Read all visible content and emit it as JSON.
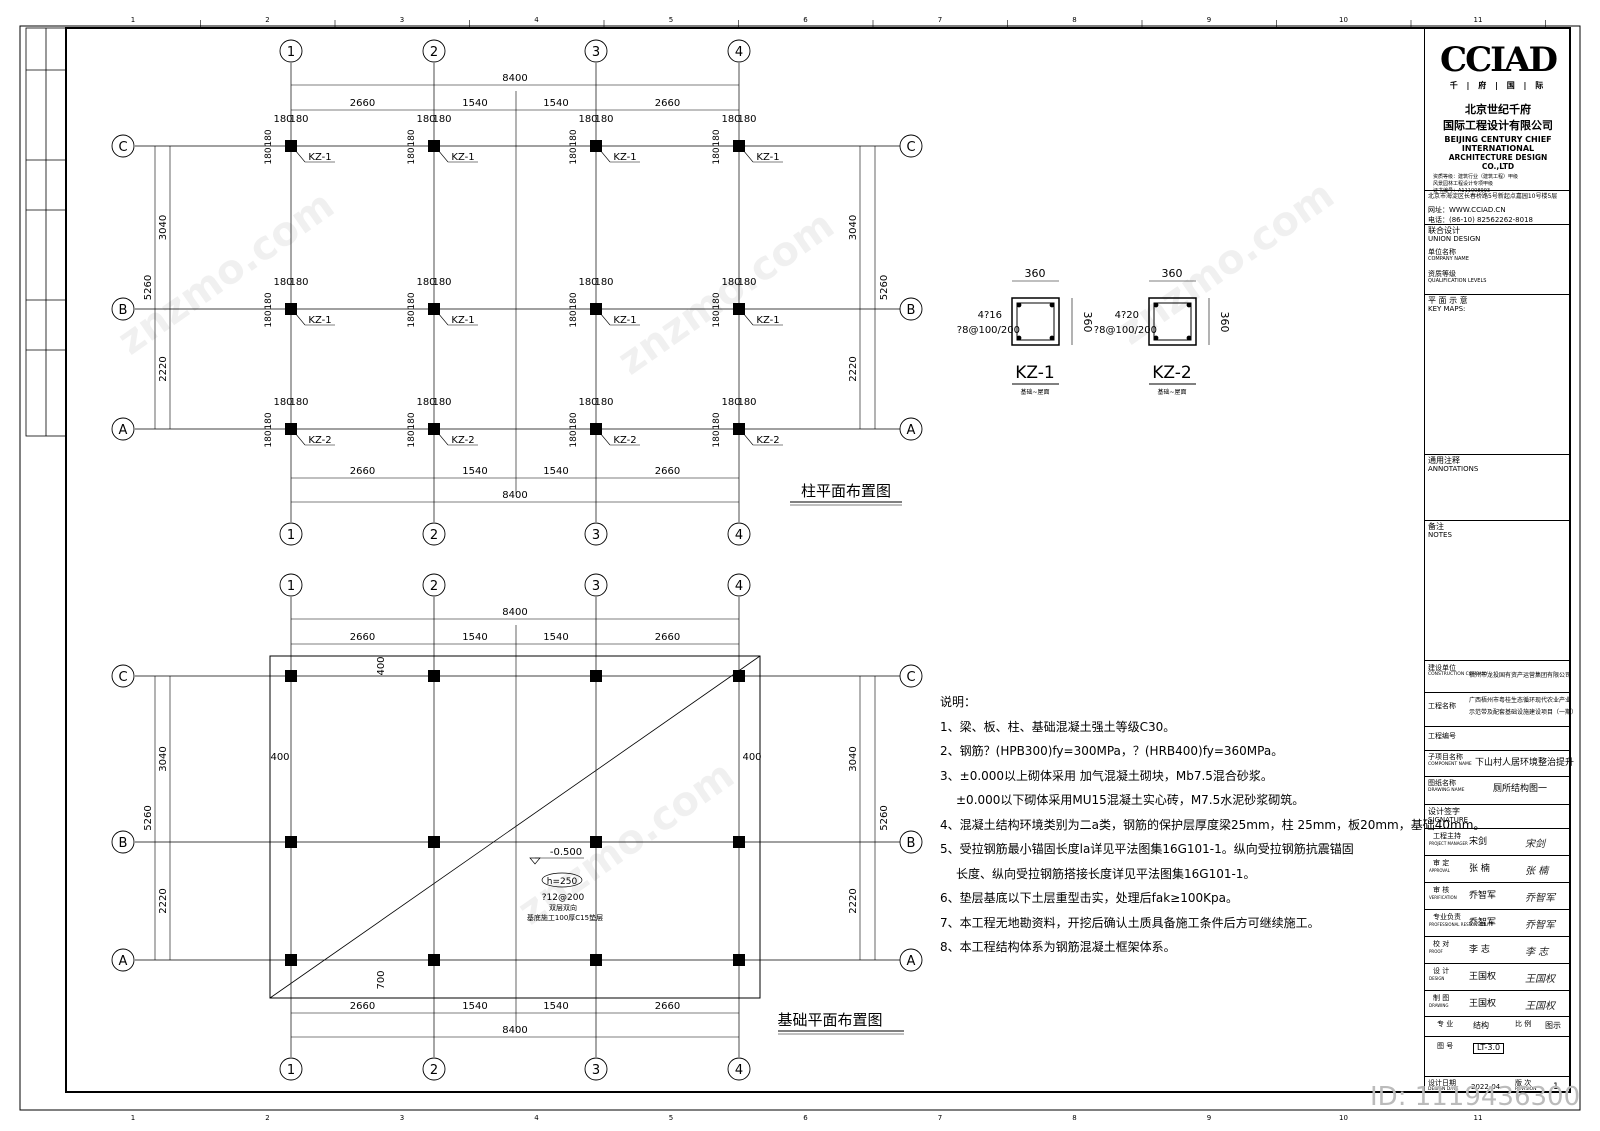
{
  "title_block": {
    "logo_letters": "CCIAD",
    "logo_sub": "千 | 府 | 国 | 际",
    "company_cn_1": "北京世纪千府",
    "company_cn_2": "国际工程设计有限公司",
    "company_en_1": "BEIJING CENTURY CHIEF",
    "company_en_2": "INTERNATIONAL",
    "company_en_3": "ARCHITECTURE DESIGN CO.,LTD",
    "cert_1": "资质等级：建筑行业（建筑工程）甲级",
    "cert_2": "风景园林工程设计专项甲级",
    "cert_no": "证书编号：A111008993",
    "address": "北京市海淀区长春桥路5号新起点嘉园10号楼5层",
    "website": "网址：WWW.CCIAD.CN",
    "phone": "电话：(86-10) 82562262-8018",
    "union_design_cn": "联合设计",
    "union_design_en": "UNION DESIGN",
    "company_name_cn": "单位名称",
    "company_name_en": "COMPANY NAME",
    "qual_cn": "资质等级",
    "qual_en": "QUALIFICATION LEVELS",
    "keymap_cn": "平 面 示 意",
    "keymap_en": "KEY MAPS:",
    "annotations_cn": "通用注释",
    "annotations_en": "ANNOTATIONS",
    "notes_cn": "备注",
    "notes_en": "NOTES",
    "construction_cn": "建设单位",
    "construction_en": "CONSTRUCTION COMPANY",
    "construction_value": "梧州市龙投国有资产运营集团有限公司",
    "project_cn": "工程名称",
    "project_value_1": "广西梧州市粤桂生态循环现代农业产业",
    "project_value_2": "示范带及配套基础设施建设项目（一期）",
    "project_no_cn": "工程编号",
    "component_cn": "子项目名称",
    "component_en": "COMPONENT NAME",
    "component_value": "下山村人居环境整治提升",
    "drawing_cn": "图纸名称",
    "drawing_en": "DRAWING NAME",
    "drawing_value": "厕所结构图一",
    "signature_cn": "设计签字",
    "signature_en": "SIGNATURE",
    "roles": [
      {
        "cn": "工程主持",
        "en": "PROJECT MANAGER",
        "name": "宋剑"
      },
      {
        "cn": "审 定",
        "en": "APPROVAL",
        "name": "张 楠"
      },
      {
        "cn": "审 核",
        "en": "VERIFICATION",
        "name": "乔智军"
      },
      {
        "cn": "专业负责",
        "en": "PROFESSIONAL RESPONSIBILITY",
        "name": "乔智军"
      },
      {
        "cn": "校 对",
        "en": "PROOF",
        "name": "李 志"
      },
      {
        "cn": "设 计",
        "en": "DESIGN",
        "name": "王国权"
      },
      {
        "cn": "制 图",
        "en": "DRAWING",
        "name": "王国权"
      }
    ],
    "profession_cn": "专 业",
    "profession_value": "结构",
    "scale_cn": "比 例",
    "scale_value": "图示",
    "drawing_no_cn": "图 号",
    "drawing_no_value": "LT-3.0",
    "date_cn": "设计日期",
    "date_en": "DESIGN DATE",
    "date_value": "2022-04",
    "revision_cn": "版 次",
    "revision_en": "REVISION",
    "revision_value": "1"
  },
  "column_plan": {
    "title": "柱平面布置图",
    "axes_x": [
      "1",
      "2",
      "3",
      "4"
    ],
    "axes_y": [
      "C",
      "B",
      "A"
    ],
    "total_dim": "8400",
    "spans_x": [
      "2660",
      "1540",
      "1540",
      "2660"
    ],
    "spans_y": [
      "3040",
      "2220"
    ],
    "total_y": "5260",
    "offset": "180",
    "label_kz1": "KZ-1",
    "label_kz2": "KZ-2"
  },
  "foundation_plan": {
    "title": "基础平面布置图",
    "dim_400": "400",
    "dim_700": "700",
    "elevation": "-0.500",
    "h_label": "h=250",
    "rebar": "?12@200",
    "note1": "双层双向",
    "note2": "基底施工100厚C15垫层"
  },
  "sections": [
    {
      "name": "KZ-1",
      "width": "360",
      "height": "360",
      "rebar": "4?16",
      "stirrup": "?8@100/200",
      "range": "基础~屋面"
    },
    {
      "name": "KZ-2",
      "width": "360",
      "height": "360",
      "rebar": "4?20",
      "stirrup": "?8@100/200",
      "range": "基础~屋面"
    }
  ],
  "notes": {
    "heading": "说明：",
    "lines": [
      "1、梁、板、柱、基础混凝土强土等级C30。",
      "2、钢筋？(HPB300)fy=300MPa，？(HRB400)fy=360MPa。",
      "3、±0.000以上砌体采用 加气混凝土砌块，Mb7.5混合砂浆。",
      "±0.000以下砌体采用MU15混凝土实心砖，M7.5水泥砂浆砌筑。",
      "4、混凝土结构环境类别为二a类，钢筋的保护层厚度梁25mm，柱 25mm，板20mm，基础40mm。",
      "5、受拉钢筋最小锚固长度la详见平法图集16G101-1。纵向受拉钢筋抗震锚固",
      "长度、纵向受拉钢筋搭接长度详见平法图集16G101-1。",
      "6、垫层基底以下土层重型击实，处理后fak≥100Kpa。",
      "7、本工程无地勘资料，开挖后确认土质具备施工条件后方可继续施工。",
      "8、本工程结构体系为钢筋混凝土框架体系。"
    ]
  },
  "frame": {
    "border_nums": [
      "1",
      "2",
      "3",
      "4",
      "5",
      "6",
      "7",
      "8",
      "9",
      "10",
      "11"
    ]
  },
  "watermark": {
    "id_text": "ID: 1119436300"
  }
}
